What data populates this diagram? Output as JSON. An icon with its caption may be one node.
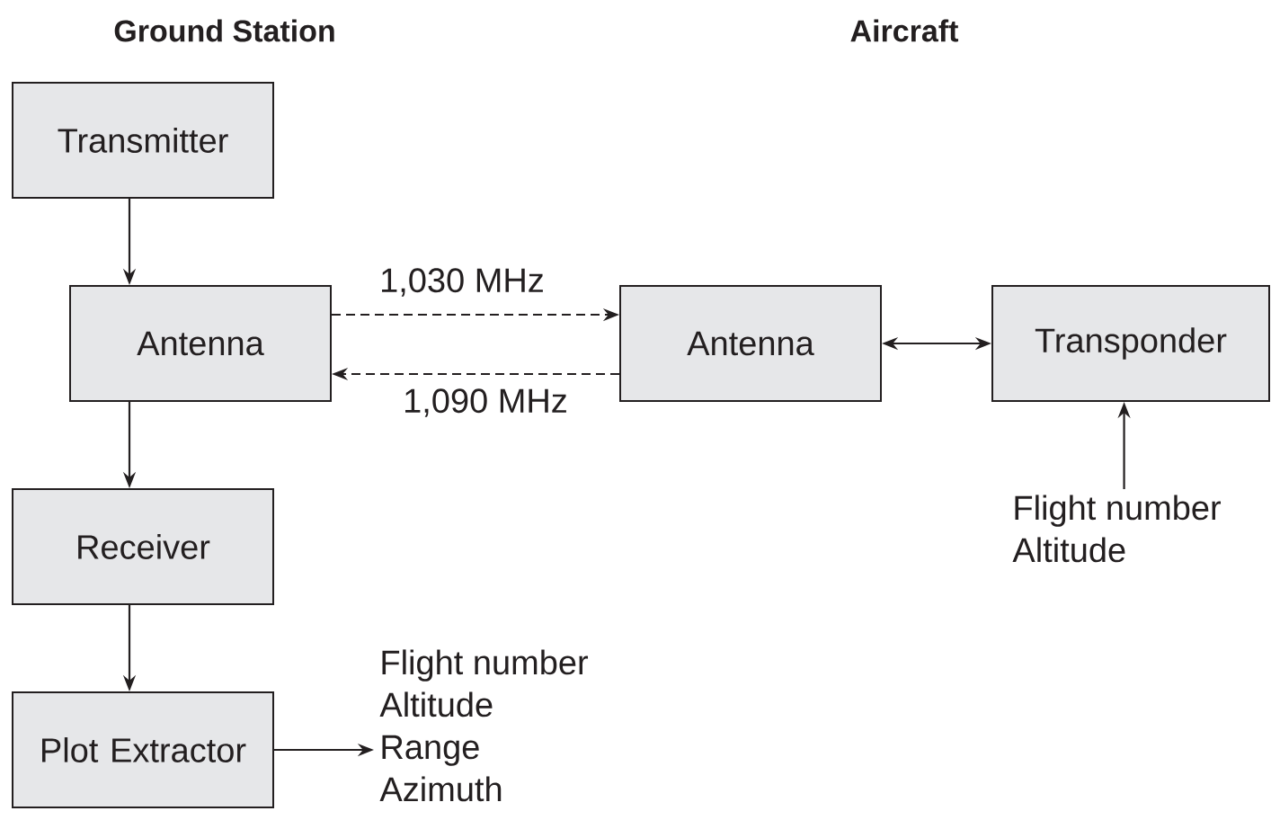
{
  "diagram": {
    "nodes": [
      {
        "text": [
          "Transmitter"
        ]
      },
      {
        "text": [
          "Antenna"
        ]
      },
      {
        "text": [
          "Receiver"
        ]
      },
      {
        "text": [
          "Plot Extractor"
        ]
      },
      {
        "text": [
          "Antenna"
        ]
      },
      {
        "text": [
          "Transponder"
        ]
      },
      {
        "text": [
          "Flight number",
          "Altitude"
        ]
      },
      {
        "text": [
          "Flight number",
          "Altitude",
          "Range",
          "Azimuth"
        ]
      }
    ],
    "edges": [
      {
        "from": 0,
        "to": 1,
        "arrow": "to"
      },
      {
        "from": 1,
        "to": 2,
        "arrow": "to"
      },
      {
        "from": 2,
        "to": 3,
        "arrow": "to"
      },
      {
        "from": 1,
        "to": 4,
        "arrow": "to",
        "style": "dashed",
        "label": "1,030 MHz"
      },
      {
        "from": 4,
        "to": 1,
        "arrow": "to",
        "style": "dashed",
        "label": "1,090 MHz"
      },
      {
        "from": 4,
        "to": 5,
        "arrow": "both"
      },
      {
        "from": 6,
        "to": 5,
        "arrow": "to"
      },
      {
        "from": 3,
        "to": 7,
        "arrow": "to"
      }
    ],
    "labels": [
      "Ground Station",
      "Aircraft"
    ]
  }
}
